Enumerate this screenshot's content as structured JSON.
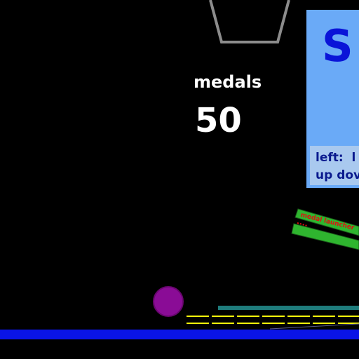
{
  "hud": {
    "medals_label": "medals",
    "medals_value": "50"
  },
  "panel": {
    "title": "S",
    "line1": "left:  l",
    "line2": "up dov"
  },
  "launcher": {
    "label": "medal launcher"
  },
  "colors": {
    "background": "#000000",
    "panel_bg": "#6aaaf7",
    "panel_title": "#0a14d8",
    "panel_text": "#0a1a8e",
    "floor": "#0a14e6",
    "bucket": "#8c8c8c",
    "launcher": "#2fb52f",
    "launcher_label": "#e01010",
    "ball": "#8a0c96",
    "teal_bar": "#1f7c7c",
    "lane_marks": "#f5f50a"
  }
}
